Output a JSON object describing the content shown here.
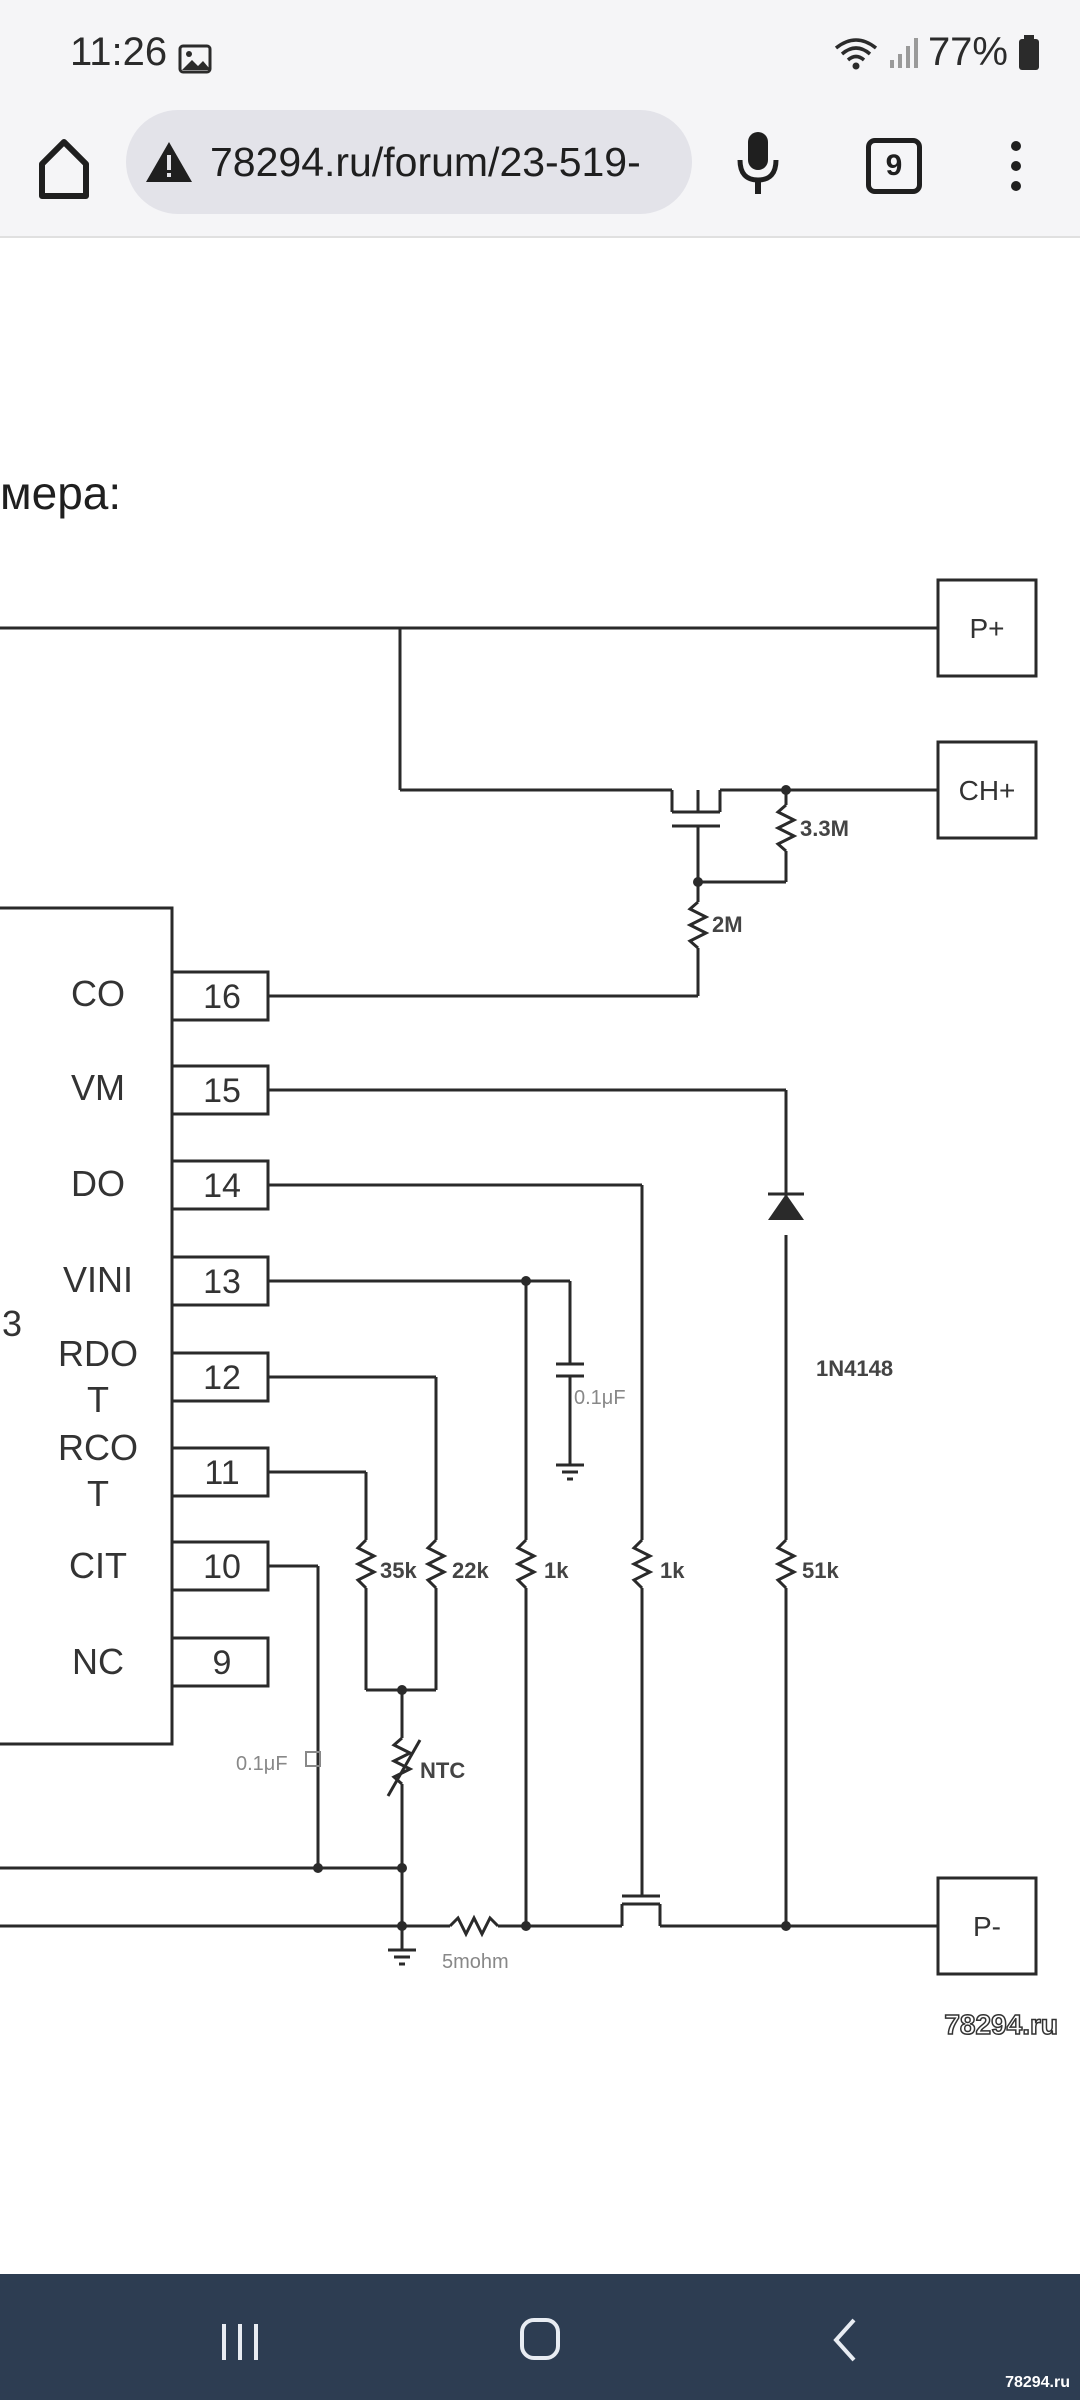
{
  "status": {
    "time": "11:26",
    "battery": "77%"
  },
  "browser": {
    "url": "78294.ru/forum/23-519-",
    "tab_count": "9"
  },
  "page": {
    "text_fragment": "мера:"
  },
  "schematic": {
    "connectors": [
      "P+",
      "CH+",
      "P-"
    ],
    "pins": [
      {
        "name": "CO",
        "num": "16"
      },
      {
        "name": "VM",
        "num": "15"
      },
      {
        "name": "DO",
        "num": "14"
      },
      {
        "name": "VINI",
        "num": "13"
      },
      {
        "name": "RDO",
        "name2": "T",
        "num": "12"
      },
      {
        "name": "RCO",
        "name2": "T",
        "num": "11"
      },
      {
        "name": "CIT",
        "num": "10"
      },
      {
        "name": "NC",
        "num": "9"
      }
    ],
    "components": {
      "r1": "3.3M",
      "r2": "2M",
      "diode": "1N4148",
      "cap1": "0.1μF",
      "r3": "35k",
      "r4": "22k",
      "r5": "1k",
      "r6": "1k",
      "r7": "51k",
      "ntc": "NTC",
      "cap2": "0.1μF",
      "shunt": "5mohm"
    },
    "watermark": "78294.ru",
    "side_mark": "3"
  },
  "footer": {
    "corner_mark": "78294.ru"
  }
}
